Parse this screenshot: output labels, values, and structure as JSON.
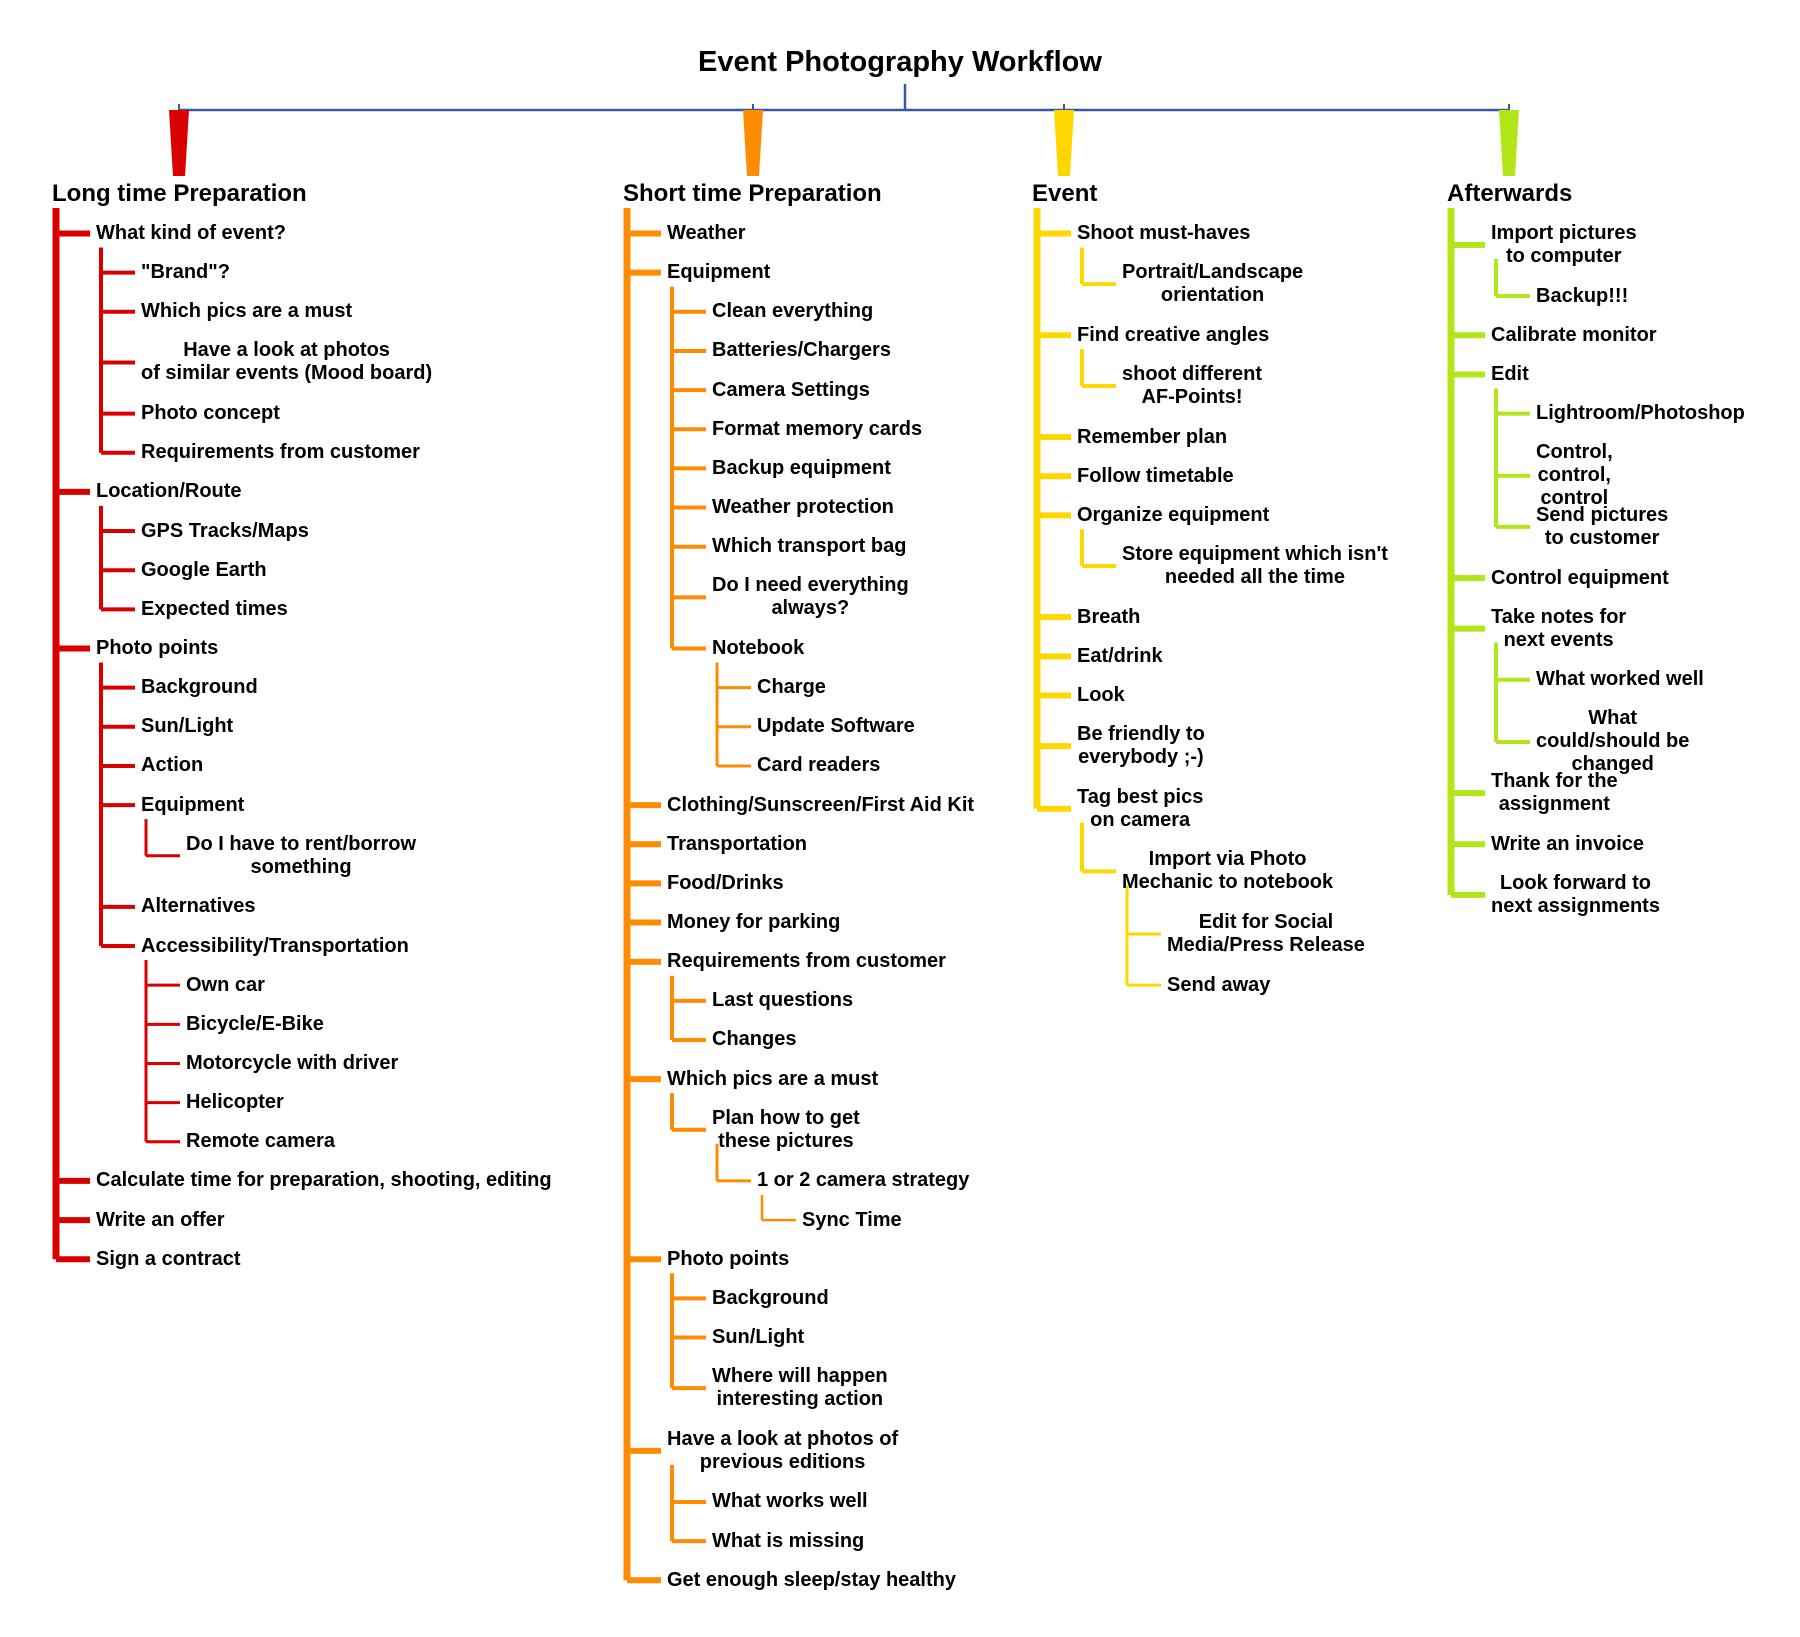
{
  "title": "Event Photography Workflow",
  "colors": {
    "title_bar": "#3b56a8",
    "branch_1": "#d90000",
    "branch_2": "#ff8c00",
    "branch_3": "#ffd700",
    "branch_4": "#b3e619"
  },
  "branches": [
    {
      "label": "Long time Preparation",
      "children": [
        {
          "label": "What kind of event?",
          "children": [
            {
              "label": "\"Brand\"?"
            },
            {
              "label": "Which pics are a must"
            },
            {
              "label": "Have a look at photos\nof similar events (Mood board)"
            },
            {
              "label": "Photo concept"
            },
            {
              "label": "Requirements from customer"
            }
          ]
        },
        {
          "label": "Location/Route",
          "children": [
            {
              "label": "GPS Tracks/Maps"
            },
            {
              "label": "Google Earth"
            },
            {
              "label": "Expected times"
            }
          ]
        },
        {
          "label": "Photo points",
          "children": [
            {
              "label": "Background"
            },
            {
              "label": "Sun/Light"
            },
            {
              "label": "Action"
            },
            {
              "label": "Equipment",
              "children": [
                {
                  "label": "Do I have to rent/borrow\nsomething"
                }
              ]
            },
            {
              "label": "Alternatives"
            },
            {
              "label": "Accessibility/Transportation",
              "children": [
                {
                  "label": "Own car"
                },
                {
                  "label": "Bicycle/E-Bike"
                },
                {
                  "label": "Motorcycle with driver"
                },
                {
                  "label": "Helicopter"
                },
                {
                  "label": "Remote camera"
                }
              ]
            }
          ]
        },
        {
          "label": "Calculate time for preparation, shooting, editing"
        },
        {
          "label": "Write an offer"
        },
        {
          "label": "Sign a contract"
        }
      ]
    },
    {
      "label": "Short time Preparation",
      "children": [
        {
          "label": "Weather"
        },
        {
          "label": "Equipment",
          "children": [
            {
              "label": "Clean everything"
            },
            {
              "label": "Batteries/Chargers"
            },
            {
              "label": "Camera Settings"
            },
            {
              "label": "Format memory cards"
            },
            {
              "label": "Backup equipment"
            },
            {
              "label": "Weather protection"
            },
            {
              "label": "Which transport bag"
            },
            {
              "label": "Do I need everything\nalways?"
            },
            {
              "label": "Notebook",
              "children": [
                {
                  "label": "Charge"
                },
                {
                  "label": "Update Software"
                },
                {
                  "label": "Card readers"
                }
              ]
            }
          ]
        },
        {
          "label": "Clothing/Sunscreen/First Aid Kit"
        },
        {
          "label": "Transportation"
        },
        {
          "label": "Food/Drinks"
        },
        {
          "label": "Money for parking"
        },
        {
          "label": "Requirements from customer",
          "children": [
            {
              "label": "Last questions"
            },
            {
              "label": "Changes"
            }
          ]
        },
        {
          "label": "Which pics are a must",
          "children": [
            {
              "label": "Plan how to get\nthese pictures",
              "children": [
                {
                  "label": "1 or 2 camera strategy",
                  "children": [
                    {
                      "label": "Sync Time"
                    }
                  ]
                }
              ]
            }
          ]
        },
        {
          "label": "Photo points",
          "children": [
            {
              "label": "Background"
            },
            {
              "label": "Sun/Light"
            },
            {
              "label": "Where will happen\ninteresting action"
            }
          ]
        },
        {
          "label": "Have a look at photos of\nprevious editions",
          "children": [
            {
              "label": "What works well"
            },
            {
              "label": "What is missing"
            }
          ]
        },
        {
          "label": "Get enough sleep/stay healthy"
        }
      ]
    },
    {
      "label": "Event",
      "children": [
        {
          "label": "Shoot must-haves",
          "children": [
            {
              "label": "Portrait/Landscape\norientation"
            }
          ]
        },
        {
          "label": "Find creative angles",
          "children": [
            {
              "label": "shoot different\nAF-Points!"
            }
          ]
        },
        {
          "label": "Remember plan"
        },
        {
          "label": "Follow timetable"
        },
        {
          "label": "Organize equipment",
          "children": [
            {
              "label": "Store equipment which isn't\nneeded all the time"
            }
          ]
        },
        {
          "label": "Breath"
        },
        {
          "label": "Eat/drink"
        },
        {
          "label": "Look"
        },
        {
          "label": "Be friendly to\neverybody ;-)"
        },
        {
          "label": "Tag best pics\non camera",
          "children": [
            {
              "label": "Import via Photo\nMechanic to notebook",
              "children": [
                {
                  "label": "Edit for Social\nMedia/Press Release"
                },
                {
                  "label": "Send away"
                }
              ]
            }
          ]
        }
      ]
    },
    {
      "label": "Afterwards",
      "children": [
        {
          "label": "Import pictures\nto computer",
          "children": [
            {
              "label": "Backup!!!"
            }
          ]
        },
        {
          "label": "Calibrate monitor"
        },
        {
          "label": "Edit",
          "children": [
            {
              "label": "Lightroom/Photoshop"
            },
            {
              "label": "Control,\ncontrol,\ncontrol"
            },
            {
              "label": "Send pictures\nto customer"
            }
          ]
        },
        {
          "label": "Control equipment"
        },
        {
          "label": "Take notes for\nnext events",
          "children": [
            {
              "label": "What worked well"
            },
            {
              "label": "What\ncould/should be\nchanged"
            }
          ]
        },
        {
          "label": "Thank for the\nassignment"
        },
        {
          "label": "Write an invoice"
        },
        {
          "label": "Look forward to\nnext assignments"
        }
      ]
    }
  ]
}
